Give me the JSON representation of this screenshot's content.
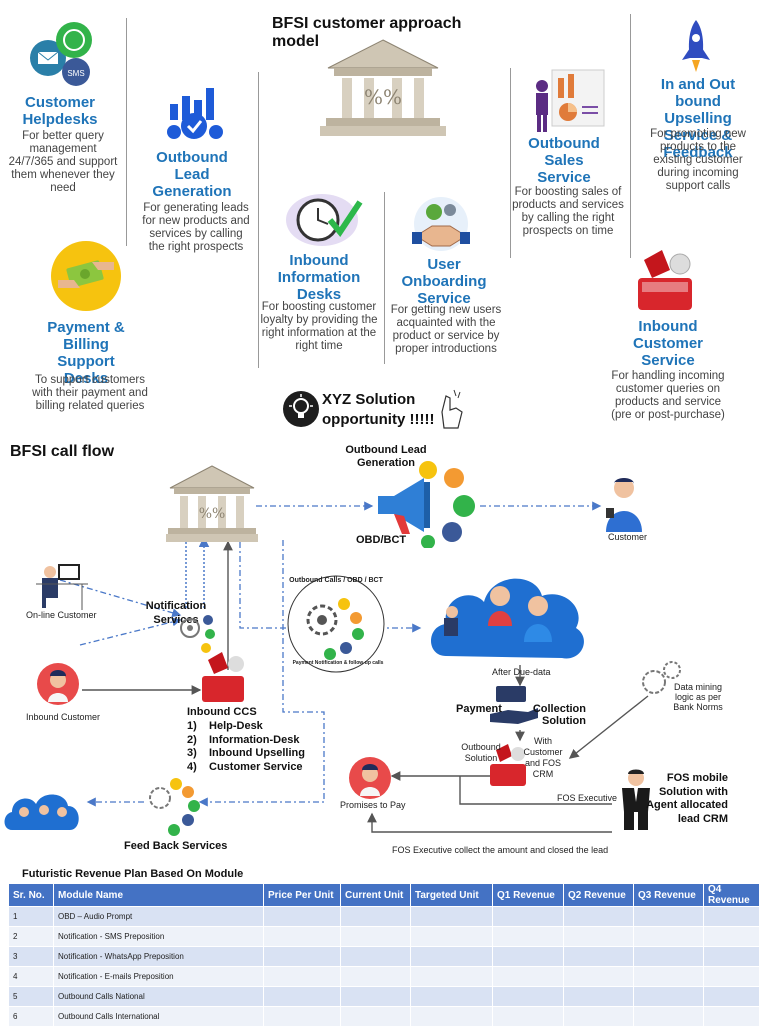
{
  "approach": {
    "title": "BFSI customer approach model",
    "services": [
      {
        "title": "Customer Helpdesks",
        "desc": "For better query management 24/7/365 and support them whenever they need"
      },
      {
        "title": "Outbound Lead Generation",
        "desc": "For generating leads for new products and services by calling the right prospects"
      },
      {
        "title": "Inbound Information Desks",
        "desc": "For boosting customer loyalty by providing the right information at the right time"
      },
      {
        "title": "User Onboarding Service",
        "desc": "For getting new users acquainted with the product or service by proper introductions"
      },
      {
        "title": "Outbound Sales Service",
        "desc": "For boosting sales of products and services by calling the right prospects on time"
      },
      {
        "title": "In and Out bound Upselling Service & Feedback",
        "desc": "For promoting new products to the existing customer during incoming support calls"
      },
      {
        "title": "Payment & Billing Support Desks",
        "desc": "To support customers with their payment and billing related queries"
      },
      {
        "title": "Inbound Customer Service",
        "desc": "For handling incoming customer queries on products and service (pre or post-purchase)"
      }
    ],
    "solution": "XYZ Solution opportunity !!!!!"
  },
  "flow": {
    "title": "BFSI call flow",
    "outbound_lead": "Outbound Lead Generation",
    "obd_bct": "OBD/BCT",
    "customer": "Customer",
    "online_customer": "On-line Customer",
    "notification": "Notification Services",
    "outbound_calls_ring": "Outbound Calls / OBD / BCT",
    "ring_sub": "Payment Notification & follow-up calls",
    "after_due": "After Due-data",
    "data_mining": "Data mining logic as per Bank Norms",
    "inbound_customer": "Inbound Customer",
    "inbound_ccs_title": "Inbound CCS",
    "inbound_ccs_items": [
      "1)    Help-Desk",
      "2)    Information-Desk",
      "3)    Inbound Upselling",
      "4)    Customer Service"
    ],
    "payment": "Payment",
    "collection": "Collection Solution",
    "outbound_solution": "Outbound Solution",
    "with_customer": "With Customer and FOS CRM",
    "promises": "Promises to Pay",
    "fos_exec": "FOS Executive",
    "fos_mobile": "FOS mobile Solution with Agent allocated lead CRM",
    "feedback": "Feed Back Services",
    "fos_collect": "FOS Executive collect the amount and closed the lead"
  },
  "revenue": {
    "title": "Futuristic Revenue Plan Based On Module",
    "headers": [
      "Sr. No.",
      "Module Name",
      "Price Per Unit",
      "Current Unit",
      "Targeted Unit",
      "Q1 Revenue",
      "Q2 Revenue",
      "Q3 Revenue",
      "Q4 Revenue"
    ],
    "rows": [
      [
        "1",
        "OBD – Audio Prompt"
      ],
      [
        "2",
        "Notification - SMS Preposition"
      ],
      [
        "3",
        "Notification - WhatsApp Preposition"
      ],
      [
        "4",
        "Notification - E-mails Preposition"
      ],
      [
        "5",
        "Outbound Calls National"
      ],
      [
        "6",
        "Outbound Calls International"
      ]
    ]
  },
  "colors": {
    "accent": "#1f74b8",
    "header": "#4472c4"
  }
}
